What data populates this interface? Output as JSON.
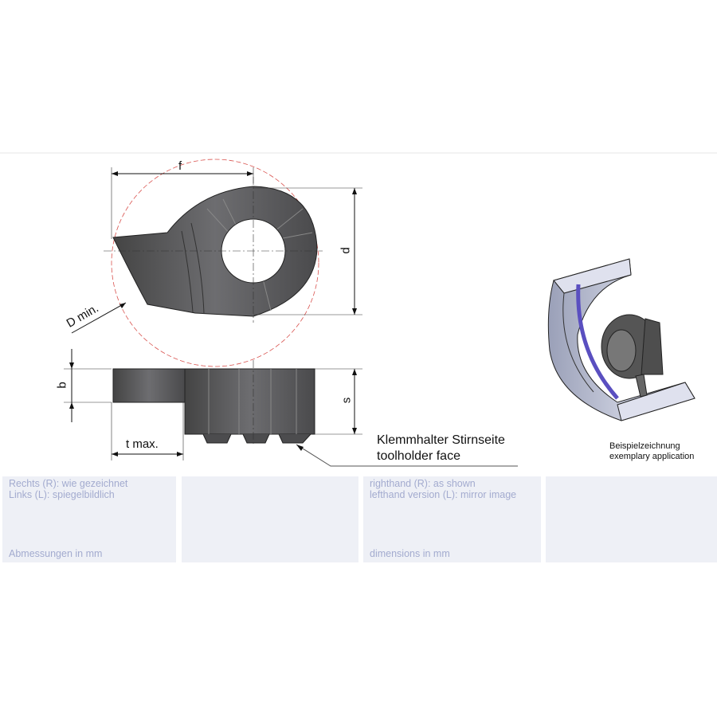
{
  "drawing": {
    "dim_f": "f",
    "dim_d": "d",
    "dim_D_min": "D min.",
    "dim_b": "b",
    "dim_s": "s",
    "dim_t_max": "t max.",
    "callout_de": "Klemmhalter Stirnseite",
    "callout_en": "toolholder face"
  },
  "application": {
    "caption_de": "Beispielzeichnung",
    "caption_en": "exemplary application"
  },
  "panels": {
    "de_line1": "Rechts (R): wie gezeichnet",
    "de_line2": "Links (L): spiegelbildlich",
    "de_units": "Abmessungen in mm",
    "en_line1": "righthand (R): as shown",
    "en_line2": "lefthand version (L): mirror image",
    "en_units": "dimensions in mm"
  },
  "colors": {
    "insert": "#5b5b5e",
    "panel": "#eef0f6",
    "panel_text": "#a3abcf",
    "construction": "#d9534f"
  }
}
